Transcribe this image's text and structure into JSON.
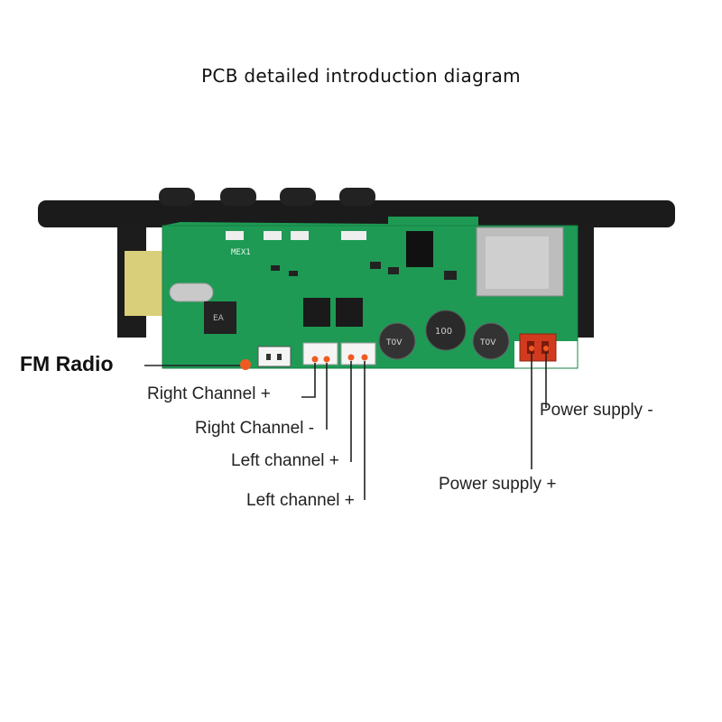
{
  "title": "PCB detailed introduction diagram",
  "labels": {
    "fm_radio": "FM Radio",
    "right_plus": "Right Channel +",
    "right_minus": "Right Channel -",
    "left_plus_1": "Left channel +",
    "left_plus_2": "Left channel +",
    "power_minus": "Power supply -",
    "power_plus": "Power supply +"
  },
  "board_text": {
    "mp3": "MEX1",
    "main_chip": "EA",
    "cap_1": "T0V",
    "cap_2": "T0V",
    "inductor": "100"
  },
  "colors": {
    "pcb": "#1e9a55",
    "bezel": "#1b1b1b",
    "marker": "#f05a22",
    "power_connector": "#d13a1e"
  }
}
